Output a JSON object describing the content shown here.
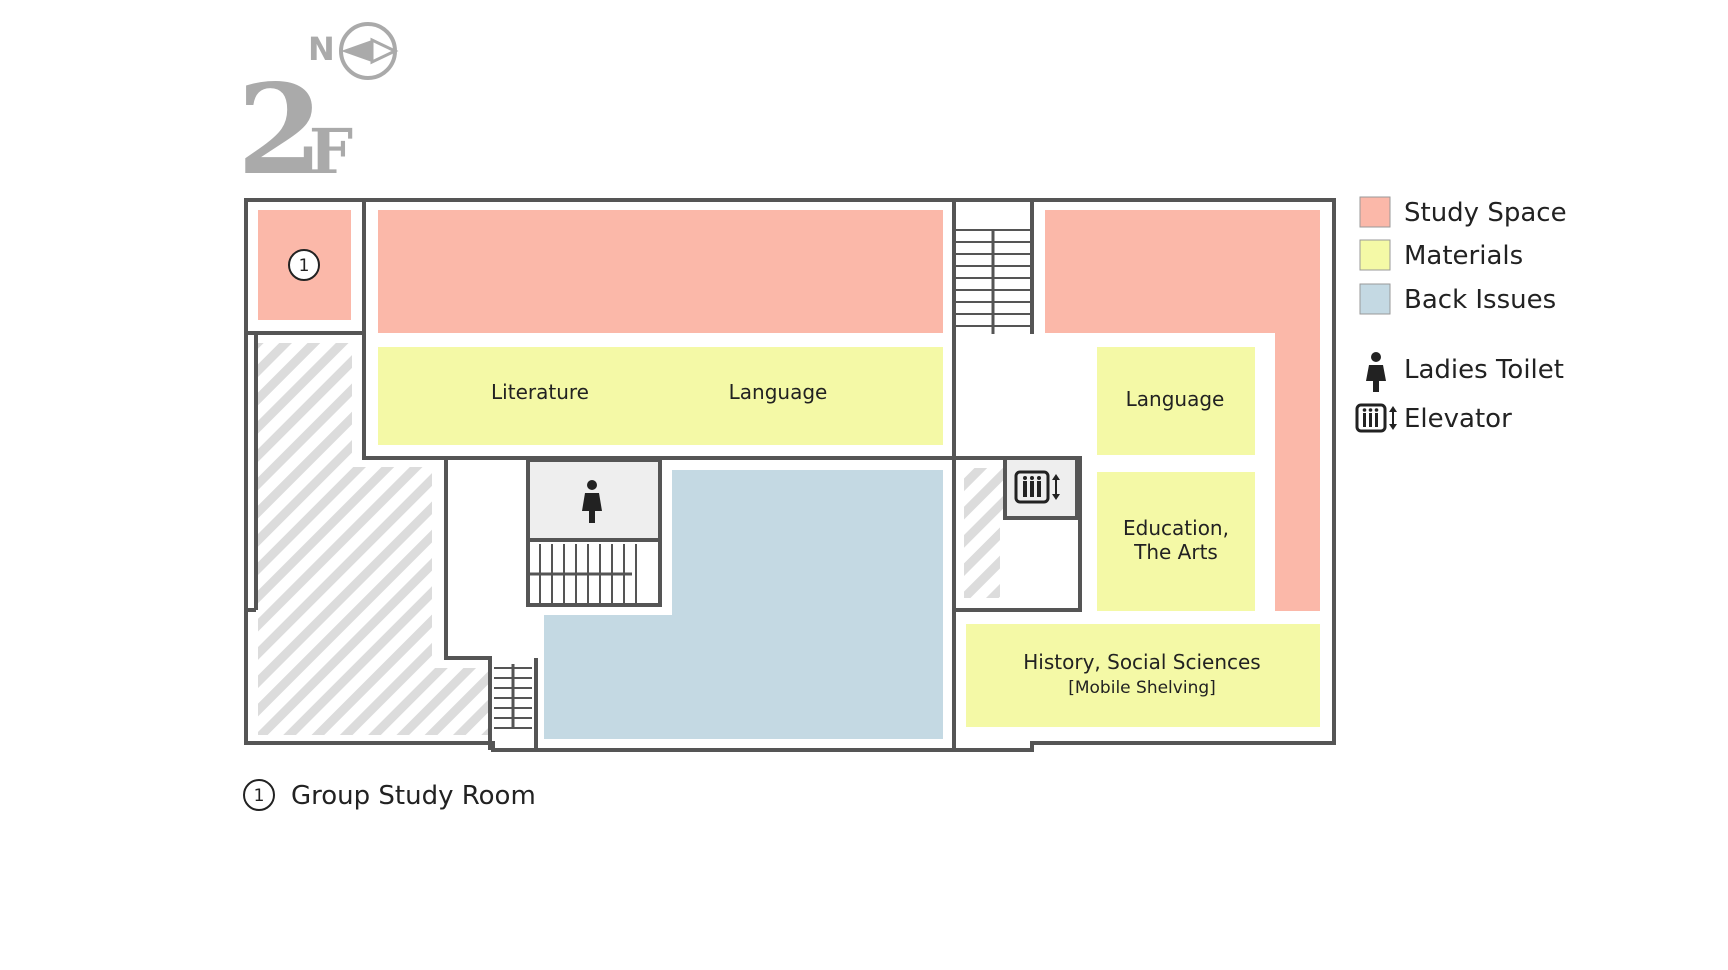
{
  "floor": {
    "number": "2",
    "suffix": "F"
  },
  "compass": {
    "label": "N"
  },
  "colors": {
    "study_space": "#fbb8a9",
    "materials": "#f4f9a6",
    "back_issues": "#c4d9e3",
    "wall": "#555555",
    "hatch": "#dcdcdc",
    "toilet_bg": "#eeeeee",
    "floor_label": "#aaaaaa"
  },
  "legend": {
    "items": [
      {
        "key": "study_space",
        "label": "Study Space"
      },
      {
        "key": "materials",
        "label": "Materials"
      },
      {
        "key": "back_issues",
        "label": "Back Issues"
      }
    ],
    "symbols": [
      {
        "icon": "ladies-toilet-icon",
        "label": "Ladies Toilet"
      },
      {
        "icon": "elevator-icon",
        "label": "Elevator"
      }
    ]
  },
  "rooms": {
    "group_study_marker": "1",
    "literature": "Literature",
    "language_left": "Language",
    "language_right": "Language",
    "education_line1": "Education,",
    "education_line2": "The Arts",
    "history_line1": "History, Social Sciences",
    "history_line2": "[Mobile Shelving]"
  },
  "footnote": {
    "number": "1",
    "label": "Group Study Room"
  }
}
